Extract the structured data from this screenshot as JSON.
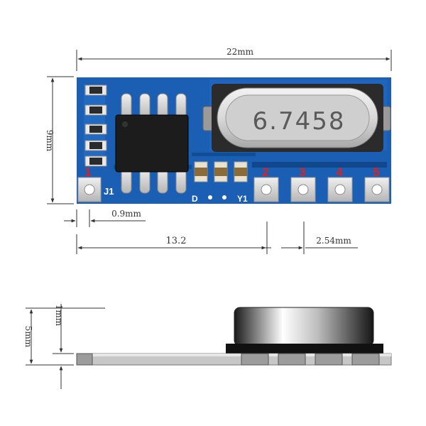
{
  "dimensions": {
    "length": "22mm",
    "height": "9mm",
    "pin1_offset": "0.9mm",
    "pin2_offset": "13.2",
    "pin_pitch": "2.54mm",
    "side_height": "5mm",
    "pcb_thickness": "1mm"
  },
  "board": {
    "crystal_label": "6.7458",
    "j1_label": "J1",
    "y1_label": "Y1",
    "d_label": "D",
    "pins": [
      "1",
      "2",
      "3",
      "4",
      "5"
    ]
  },
  "colors": {
    "pcb": "#1a5fb4",
    "pcb_dark": "#0f4a94",
    "pin_number": "#e0211b",
    "pad": "#d8d8d8"
  }
}
